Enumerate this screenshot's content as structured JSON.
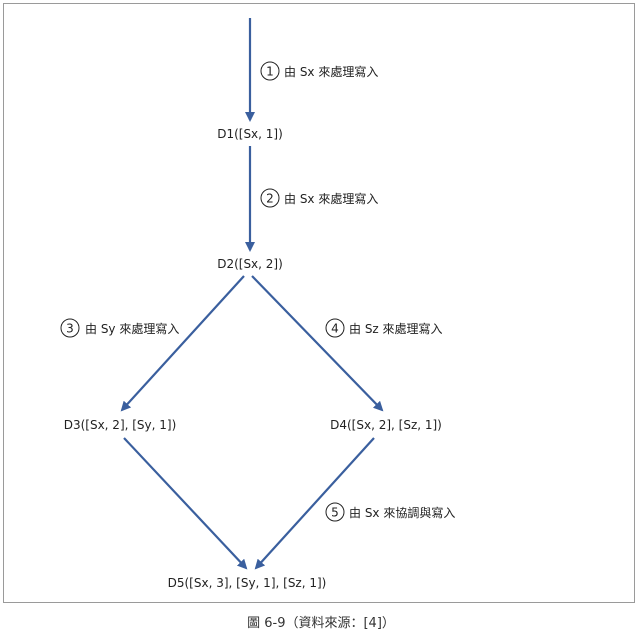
{
  "nodes": {
    "d1": "D1([Sx, 1])",
    "d2": "D2([Sx, 2])",
    "d3": "D3([Sx, 2], [Sy, 1])",
    "d4": "D4([Sx, 2], [Sz, 1])",
    "d5": "D5([Sx, 3], [Sy, 1],  [Sz, 1])"
  },
  "steps": [
    {
      "number": "1",
      "text": "由 Sx 來處理寫入"
    },
    {
      "number": "2",
      "text": "由 Sx 來處理寫入"
    },
    {
      "number": "3",
      "text": "由 Sy 來處理寫入"
    },
    {
      "number": "4",
      "text": "由 Sz 來處理寫入"
    },
    {
      "number": "5",
      "text": "由 Sx 來協調與寫入"
    }
  ],
  "caption": "圖 6-9（資料來源：[4]）",
  "colors": {
    "arrow": "#3a5f9e",
    "border": "#9a9a9a"
  }
}
